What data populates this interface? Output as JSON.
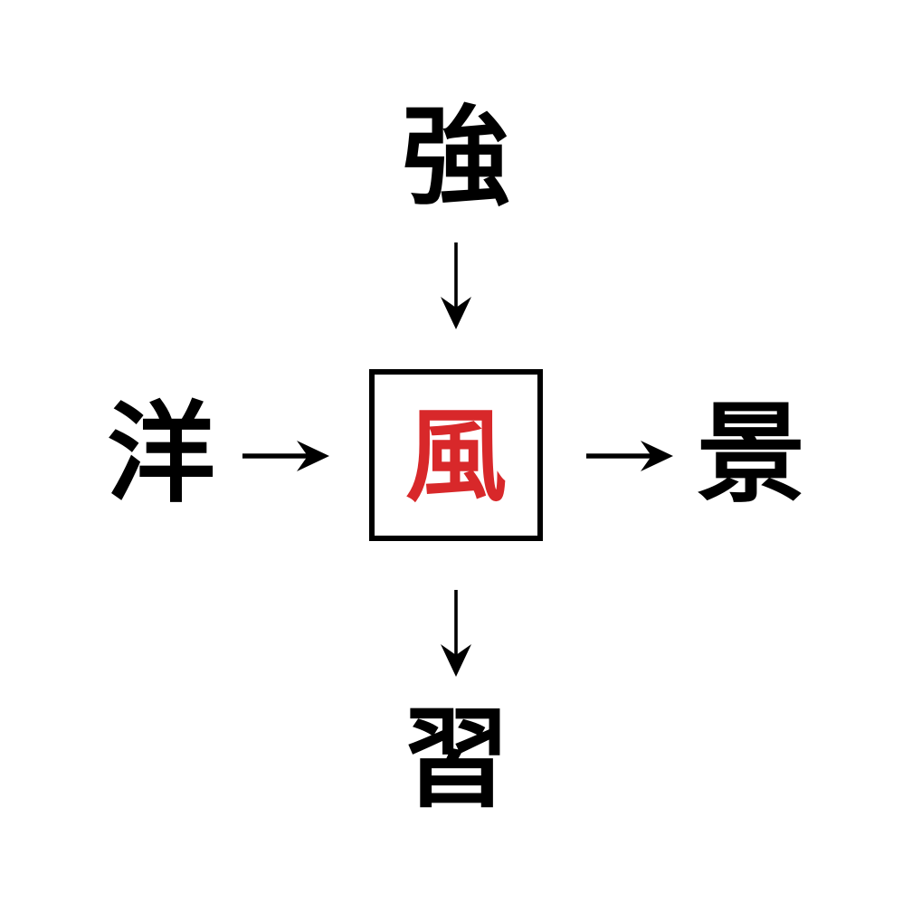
{
  "diagram": {
    "type": "radial-kanji-relation",
    "background_color": "#ffffff",
    "center": {
      "character": "風",
      "color": "#D8282A",
      "boxed": true,
      "box_border_color": "#000000"
    },
    "nodes": {
      "top": {
        "character": "強",
        "color": "#000000"
      },
      "left": {
        "character": "洋",
        "color": "#000000"
      },
      "right": {
        "character": "景",
        "color": "#000000"
      },
      "bottom": {
        "character": "習",
        "color": "#000000"
      }
    },
    "arrows": [
      {
        "name": "top-to-center",
        "direction": "down",
        "from": "強",
        "to": "風"
      },
      {
        "name": "left-to-center",
        "direction": "right",
        "from": "洋",
        "to": "風"
      },
      {
        "name": "center-to-right",
        "direction": "right",
        "from": "風",
        "to": "景"
      },
      {
        "name": "center-to-bottom",
        "direction": "down",
        "from": "風",
        "to": "習"
      }
    ]
  }
}
